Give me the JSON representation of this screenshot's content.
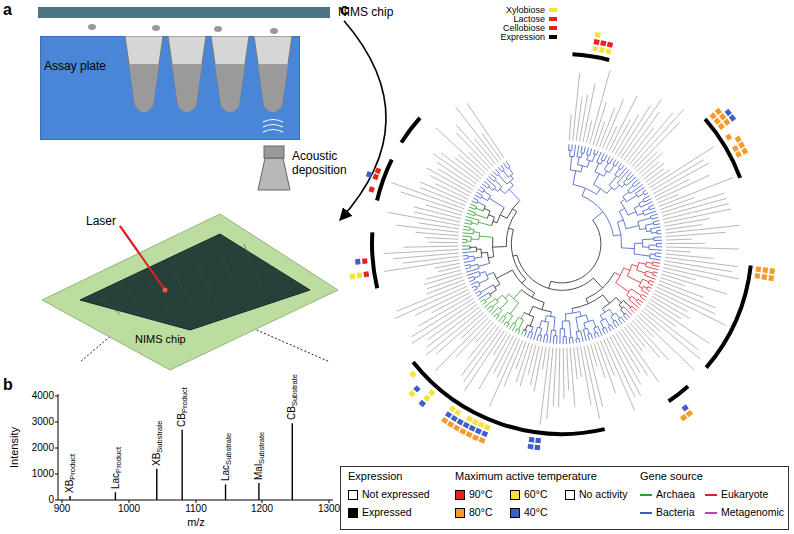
{
  "diagram": {
    "nodes": [
      {
        "text": [
          "NIMS chip"
        ]
      },
      {
        "text": [
          "Assay plate"
        ]
      },
      {
        "text": [
          "NIMS chip"
        ]
      }
    ],
    "edges": [
      {
        "from": 0,
        "to": 2,
        "arrow": "to"
      }
    ],
    "labels": [
      "a",
      "Acoustic deposition",
      "Laser",
      "b",
      "Intensity",
      "4000",
      "3000",
      "2000",
      "1000",
      "0",
      "900",
      "1000",
      "1100",
      "1200",
      "1300",
      "m/z",
      "XB",
      "Product",
      "Lac",
      "Product",
      "XB",
      "Substrate",
      "CB",
      "Product",
      "Lac",
      "Substrate",
      "Mal",
      "Substrate",
      "CB",
      "Substrate",
      "c",
      "Xylobiose",
      "Lactose",
      "Cellobiose",
      "Expression",
      "Expression",
      "Maximum active temperature",
      "Gene source"
    ],
    "legend": [
      {
        "text": "Not expressed",
        "color": "#ffffff"
      },
      {
        "text": "Expressed",
        "color": "#000000"
      },
      {
        "text": "90°C",
        "color": "#e8231f"
      },
      {
        "text": "80°C",
        "color": "#f59a2b"
      },
      {
        "text": "60°C",
        "color": "#f5e23a"
      },
      {
        "text": "40°C",
        "color": "#3f5fc8"
      },
      {
        "text": "No activity",
        "color": "#ffffff"
      },
      {
        "text": "Archaea"
      },
      {
        "text": "Bacteria"
      },
      {
        "text": "Eukaryote"
      },
      {
        "text": "Metagenomic"
      }
    ]
  }
}
